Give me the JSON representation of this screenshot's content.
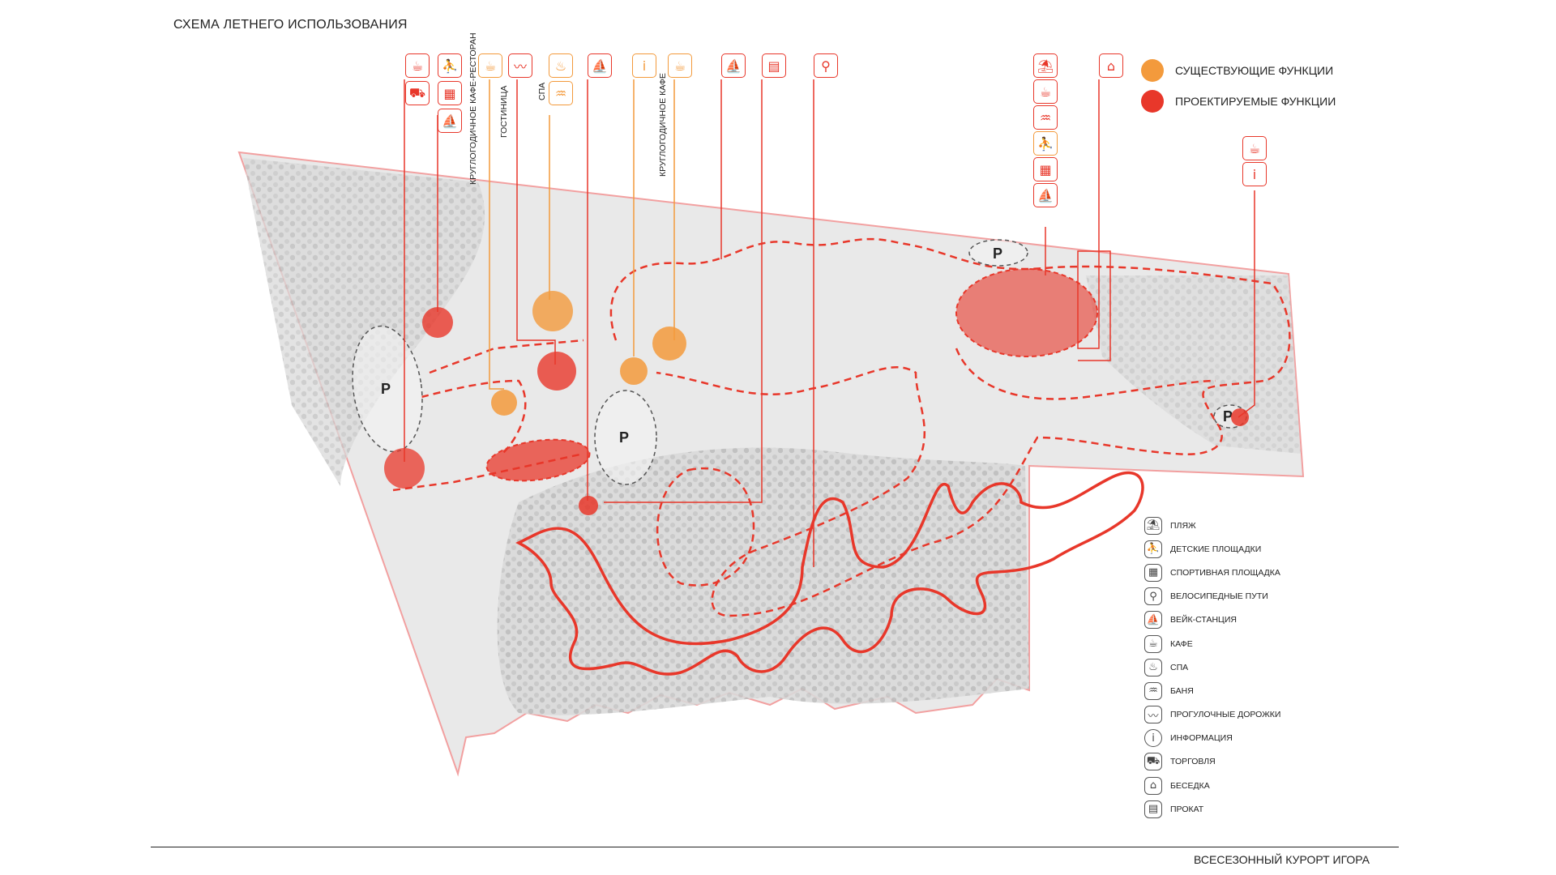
{
  "title": "СХЕМА ЛЕТНЕГО ИСПОЛЬЗОВАНИЯ",
  "footer": "ВСЕСЕЗОННЫЙ КУРОРТ ИГОРА",
  "colors": {
    "existing": "#f39a3c",
    "planned": "#e8372a",
    "map_bg": "#e6e6e6",
    "boundary": "#f2a0a0"
  },
  "legend_top": [
    {
      "label": "СУЩЕСТВУЮЩИЕ ФУНКЦИИ",
      "color": "#f39a3c"
    },
    {
      "label": "ПРОЕКТИРУЕМЫЕ ФУНКЦИИ",
      "color": "#e8372a"
    }
  ],
  "legend": [
    {
      "label": "ПЛЯЖ",
      "icon": "beach-icon",
      "glyph": "⛱"
    },
    {
      "label": "ДЕТСКИЕ ПЛОЩАДКИ",
      "icon": "playground-icon",
      "glyph": "⛹"
    },
    {
      "label": "СПОРТИВНАЯ ПЛОЩАДКА",
      "icon": "sports-field-icon",
      "glyph": "▦"
    },
    {
      "label": "ВЕЛОСИПЕДНЫЕ ПУТИ",
      "icon": "bicycle-icon",
      "glyph": "⚲"
    },
    {
      "label": "ВЕЙК-СТАНЦИЯ",
      "icon": "wake-station-icon",
      "glyph": "⛵"
    },
    {
      "label": "КАФЕ",
      "icon": "cafe-icon",
      "glyph": "☕"
    },
    {
      "label": "СПА",
      "icon": "spa-icon",
      "glyph": "♨"
    },
    {
      "label": "БАНЯ",
      "icon": "bathhouse-icon",
      "glyph": "♒"
    },
    {
      "label": "ПРОГУЛОЧНЫЕ ДОРОЖКИ",
      "icon": "walking-path-icon",
      "glyph": "〰"
    },
    {
      "label": "ИНФОРМАЦИЯ",
      "icon": "info-icon",
      "glyph": "i"
    },
    {
      "label": "ТОРГОВЛЯ",
      "icon": "shopping-cart-icon",
      "glyph": "⛟"
    },
    {
      "label": "БЕСЕДКА",
      "icon": "gazebo-icon",
      "glyph": "⌂"
    },
    {
      "label": "ПРОКАТ",
      "icon": "rental-icon",
      "glyph": "▤"
    }
  ],
  "vertical_labels": {
    "cafe_restaurant": "КРУГЛОГОДИЧНОЕ КАФЕ-РЕСТОРАН",
    "hotel": "ГОСТИНИЦА",
    "spa": "СПА",
    "year_round_cafe": "КРУГЛОГОДИЧНОЕ КАФЕ"
  },
  "parking_label": "P",
  "callout_icons": [
    {
      "id": "c1a",
      "icon": "cafe-icon",
      "glyph": "☕",
      "type": "planned"
    },
    {
      "id": "c1b",
      "icon": "shopping-cart-icon",
      "glyph": "⛟",
      "type": "planned"
    },
    {
      "id": "c2a",
      "icon": "playground-icon",
      "glyph": "⛹",
      "type": "planned"
    },
    {
      "id": "c2b",
      "icon": "sports-field-icon",
      "glyph": "▦",
      "type": "planned"
    },
    {
      "id": "c2c",
      "icon": "wake-station-icon",
      "glyph": "⛵",
      "type": "planned"
    },
    {
      "id": "c3",
      "icon": "cafe-icon",
      "glyph": "☕",
      "type": "existing"
    },
    {
      "id": "c4",
      "icon": "walking-path-icon",
      "glyph": "〰",
      "type": "planned"
    },
    {
      "id": "c5a",
      "icon": "spa-icon",
      "glyph": "♨",
      "type": "existing"
    },
    {
      "id": "c5b",
      "icon": "bathhouse-icon",
      "glyph": "♒",
      "type": "existing"
    },
    {
      "id": "c6",
      "icon": "wake-station-icon",
      "glyph": "⛵",
      "type": "planned"
    },
    {
      "id": "c7",
      "icon": "info-icon",
      "glyph": "i",
      "type": "existing"
    },
    {
      "id": "c8",
      "icon": "cafe-icon",
      "glyph": "☕",
      "type": "existing"
    },
    {
      "id": "c9",
      "icon": "wake-station-icon",
      "glyph": "⛵",
      "type": "planned"
    },
    {
      "id": "c10",
      "icon": "rental-icon",
      "glyph": "▤",
      "type": "planned"
    },
    {
      "id": "c11",
      "icon": "bicycle-icon",
      "glyph": "⚲",
      "type": "planned"
    },
    {
      "id": "c12a",
      "icon": "beach-icon",
      "glyph": "⛱",
      "type": "planned"
    },
    {
      "id": "c12b",
      "icon": "cafe-icon",
      "glyph": "☕",
      "type": "planned"
    },
    {
      "id": "c12c",
      "icon": "bathhouse-icon",
      "glyph": "♒",
      "type": "planned"
    },
    {
      "id": "c12d",
      "icon": "playground-icon",
      "glyph": "⛹",
      "type": "existing"
    },
    {
      "id": "c12e",
      "icon": "sports-field-icon",
      "glyph": "▦",
      "type": "planned"
    },
    {
      "id": "c12f",
      "icon": "wake-station-icon",
      "glyph": "⛵",
      "type": "planned"
    },
    {
      "id": "c13",
      "icon": "gazebo-icon",
      "glyph": "⌂",
      "type": "planned"
    },
    {
      "id": "c14a",
      "icon": "cafe-icon",
      "glyph": "☕",
      "type": "planned"
    },
    {
      "id": "c14b",
      "icon": "info-icon",
      "glyph": "i",
      "type": "planned"
    }
  ]
}
